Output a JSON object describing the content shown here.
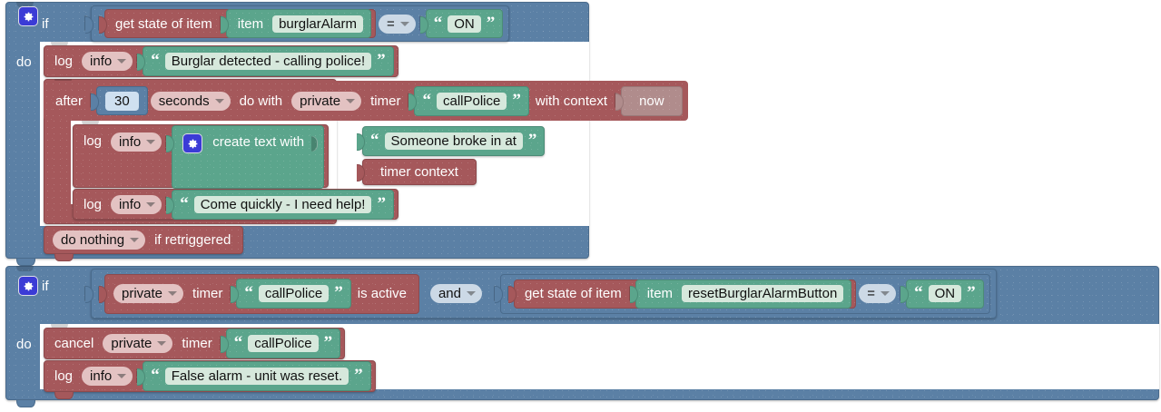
{
  "editor": {
    "name": "blockly-rule-editor",
    "background": "#ffffff",
    "colors": {
      "control_blue": "#5b80a5",
      "action_red": "#a5585b",
      "text_green": "#5ba58c",
      "context_grey": "#b08c8c",
      "field_green": "#d6e8dc",
      "field_blue": "#cfe0f0",
      "dropdown_red": "#e3c2c2",
      "dropdown_blue": "#ccd9e6",
      "gear_icon": "#3b3bd6"
    }
  },
  "rules": [
    {
      "id": "rule-burglar-alarm",
      "keyword_if": "if",
      "keyword_do": "do",
      "gear_icon": "gear-icon",
      "condition": {
        "get_state_label": "get state of item",
        "item_label": "item",
        "item_name": "burglarAlarm",
        "operator": "=",
        "compare_value": "ON",
        "quote_open": "“",
        "quote_close": "”"
      },
      "statements": [
        {
          "type": "log",
          "log_label": "log",
          "level": "info",
          "message": "Burglar detected - calling police!"
        },
        {
          "type": "timer",
          "after_label": "after",
          "duration": "30",
          "unit": "seconds",
          "do_with_label": "do with",
          "scope": "private",
          "timer_label": "timer",
          "timer_name": "callPolice",
          "with_context_label": "with context",
          "context_value": "now",
          "body": [
            {
              "type": "log-create-text",
              "log_label": "log",
              "level": "info",
              "create_text_label": "create text with",
              "gear_icon": "gear-icon",
              "parts": [
                "Someone broke in at",
                "timer context"
              ]
            },
            {
              "type": "log",
              "log_label": "log",
              "level": "info",
              "message": "Come quickly - I need help!"
            }
          ],
          "retrigger_action": "do nothing",
          "retrigger_suffix": "if retriggered"
        }
      ]
    },
    {
      "id": "rule-reset-alarm",
      "keyword_if": "if",
      "keyword_do": "do",
      "gear_icon": "gear-icon",
      "condition_left": {
        "scope": "private",
        "timer_label": "timer",
        "timer_name": "callPolice",
        "is_active_label": "is active",
        "quote_open": "“",
        "quote_close": "”"
      },
      "logic_operator": "and",
      "condition_right": {
        "get_state_label": "get state of item",
        "item_label": "item",
        "item_name": "resetBurglarAlarmButton",
        "operator": "=",
        "compare_value": "ON",
        "quote_open": "“",
        "quote_close": "”"
      },
      "statements": [
        {
          "type": "cancel-timer",
          "cancel_label": "cancel",
          "scope": "private",
          "timer_label": "timer",
          "timer_name": "callPolice"
        },
        {
          "type": "log",
          "log_label": "log",
          "level": "info",
          "message": "False alarm - unit was reset."
        }
      ]
    }
  ]
}
